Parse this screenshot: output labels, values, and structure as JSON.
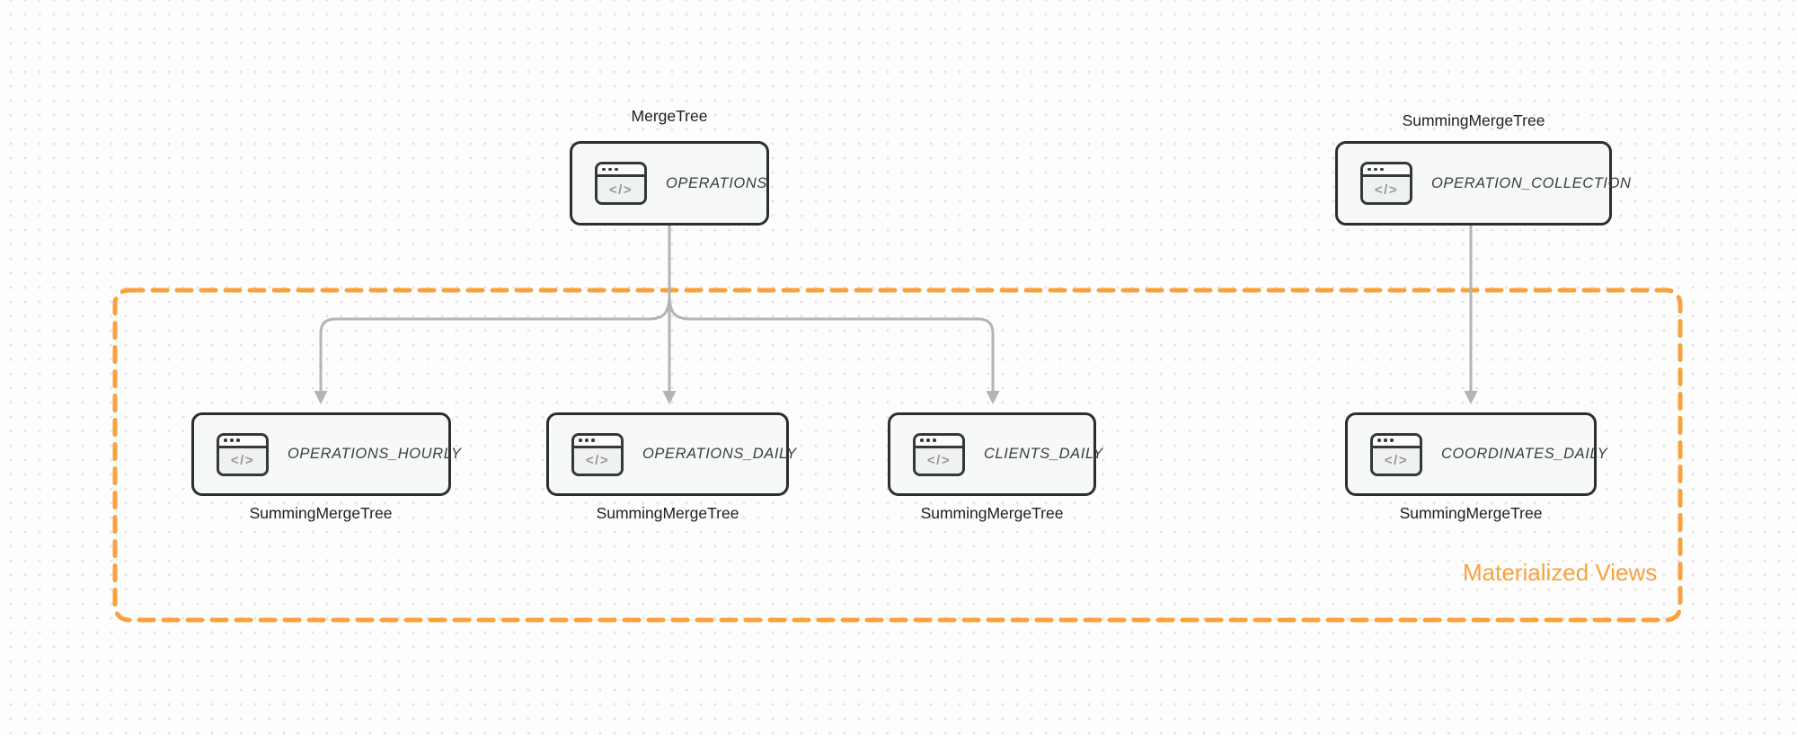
{
  "diagram": {
    "group_label": "Materialized Views",
    "icon_glyph": "</>",
    "top_nodes": [
      {
        "engine": "MergeTree",
        "table": "OPERATIONS"
      },
      {
        "engine": "SummingMergeTree",
        "table": "OPERATION_COLLECTION"
      }
    ],
    "bottom_nodes": [
      {
        "table": "OPERATIONS_HOURLY",
        "engine": "SummingMergeTree"
      },
      {
        "table": "OPERATIONS_DAILY",
        "engine": "SummingMergeTree"
      },
      {
        "table": "CLIENTS_DAILY",
        "engine": "SummingMergeTree"
      },
      {
        "table": "COORDINATES_DAILY",
        "engine": "SummingMergeTree"
      }
    ],
    "colors": {
      "accent_orange": "#F9A23B",
      "node_border": "#2B2F31",
      "node_fill": "#F7F8F8",
      "arrow_gray": "#B4B4B4"
    }
  }
}
